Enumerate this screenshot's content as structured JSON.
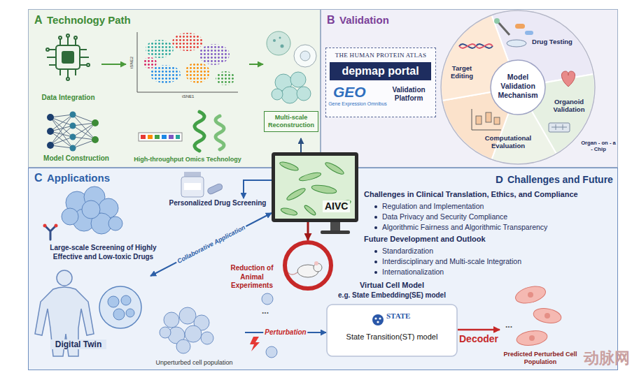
{
  "diagram": {
    "nodes": [
      {
        "text": [
          "A",
          "Technology Path"
        ]
      },
      {
        "text": [
          "Data Integration"
        ],
        "in": 0
      },
      {
        "text": [
          "Model Construction"
        ],
        "in": 0
      },
      {
        "text": [
          "High-throughput Omics Technology"
        ],
        "in": 0
      },
      {
        "text": [
          "Multi-scale Reconstruction"
        ],
        "in": 0
      },
      {
        "text": [
          "B",
          "Validation"
        ]
      },
      {
        "text": [
          "THE HUMAN PROTEIN ATLAS",
          "depmap portal",
          "GEO",
          "Gene Expression Omnibus",
          "Validation Platform"
        ],
        "in": 5
      },
      {
        "text": [
          "Drug Testing",
          "Target Editing",
          "Organoid Validation",
          "Computational Evaluation",
          "Organ - on - a - Chip"
        ],
        "in": 5
      },
      {
        "text": [
          "Model Validation Mechanism"
        ],
        "in": 7
      },
      {
        "text": [
          "C",
          "Applications"
        ]
      },
      {
        "text": [
          "Personalized Drug Screening"
        ],
        "in": 9
      },
      {
        "text": [
          "Large-scale Screening of Highly Effective and Low-toxic Drugs"
        ],
        "in": 9
      },
      {
        "text": [
          "Digital Twin"
        ],
        "in": 9
      },
      {
        "text": [
          "Reduction of Animal Experiments"
        ],
        "in": 9
      },
      {
        "text": [
          "Unperturbed cell population"
        ],
        "in": 9
      },
      {
        "text": [
          "Virtual Cell Model",
          "e.g. State Embedding(SE) model",
          "STATE",
          "State Transition(ST) model"
        ],
        "in": 9
      },
      {
        "text": [
          "Predicted Perturbed Cell Population"
        ],
        "in": 9
      },
      {
        "text": [
          "D",
          "Challenges and Future",
          "Challenges in Clinical Translation, Ethics, and Compliance",
          "Regulation and Implementation",
          "Data Privacy and Security Compliance",
          "Algorithmic Fairness and Algorithmic Transparency",
          "Future Development and Outlook",
          "Standardization",
          "Interdisciplinary and Multi-scale Integration",
          "Internationalization"
        ],
        "in": 9
      },
      {
        "text": [
          "AIVC"
        ]
      }
    ],
    "edges": [
      {
        "from": 1,
        "to": 3,
        "arrow": "to"
      },
      {
        "from": 3,
        "to": 4,
        "arrow": "to"
      },
      {
        "from": 18,
        "to": 4,
        "arrow": "to"
      },
      {
        "from": 18,
        "to": 10,
        "arrow": "to"
      },
      {
        "from": 12,
        "to": 18,
        "arrow": "both",
        "label": "Collaborative Application"
      },
      {
        "from": 18,
        "to": 13,
        "arrow": "to"
      },
      {
        "from": 14,
        "to": 15,
        "arrow": "to",
        "label": "Perturbation"
      },
      {
        "from": 15,
        "to": 16,
        "arrow": "to",
        "label": "Decoder"
      }
    ],
    "labels": [
      "tSNE2",
      "tSNE1",
      "...",
      "...",
      "动脉网"
    ]
  }
}
